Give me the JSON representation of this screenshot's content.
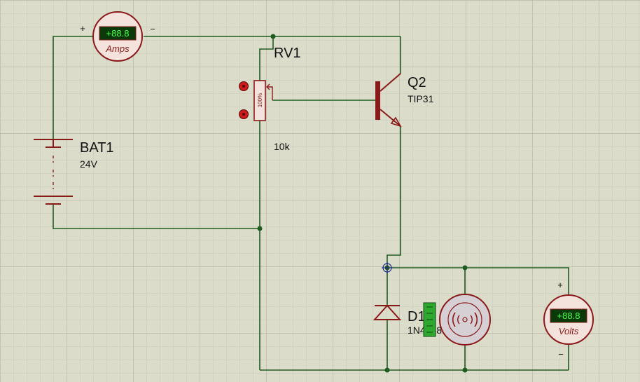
{
  "colors": {
    "background": "#dcdccb",
    "grid_minor": "#c9c9b8",
    "grid_major": "#b4b4a2",
    "wire": "#1f5c1f",
    "component": "#8a1a1a",
    "meter_body": "#f3e3dc",
    "display_bg": "#0a3a0a",
    "display_text": "#4cff4c"
  },
  "ammeter": {
    "reading": "+88.8",
    "unit_label": "Amps",
    "plus": "+",
    "minus": "−",
    "icon": "ammeter-icon"
  },
  "voltmeter": {
    "reading": "+88.8",
    "unit_label": "Volts",
    "plus": "+",
    "minus": "−",
    "icon": "voltmeter-icon"
  },
  "battery": {
    "name": "BAT1",
    "value": "24V",
    "icon": "battery-icon"
  },
  "potentiometer": {
    "name": "RV1",
    "value": "10k",
    "setting": "100%",
    "icon": "potentiometer-icon"
  },
  "transistor": {
    "name": "Q2",
    "part": "TIP31",
    "icon": "npn-transistor-icon"
  },
  "diode": {
    "name": "D1",
    "part": "1N4148",
    "icon": "diode-icon"
  },
  "motor": {
    "icon": "dc-motor-icon"
  }
}
